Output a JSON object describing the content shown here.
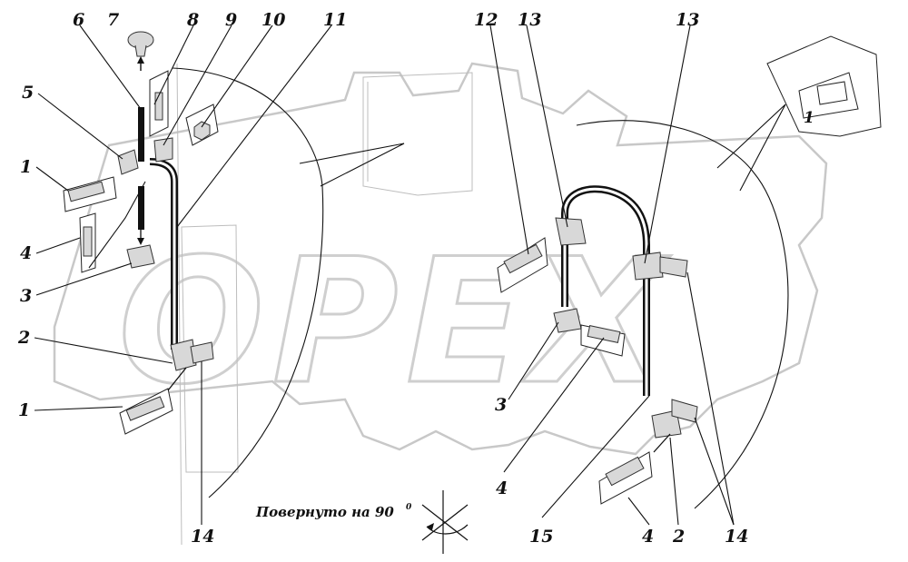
{
  "callouts_left": [
    "6",
    "7",
    "8",
    "9",
    "10",
    "11",
    "5",
    "1",
    "4",
    "3",
    "2",
    "1",
    "14"
  ],
  "callouts_right": [
    "12",
    "13",
    "13",
    "3",
    "4",
    "15",
    "4",
    "2",
    "14"
  ],
  "rotation_caption": "Повернуто на 90",
  "rotation_degree_mark": "0",
  "watermark_text": "OPEX",
  "corner_mark": "1"
}
